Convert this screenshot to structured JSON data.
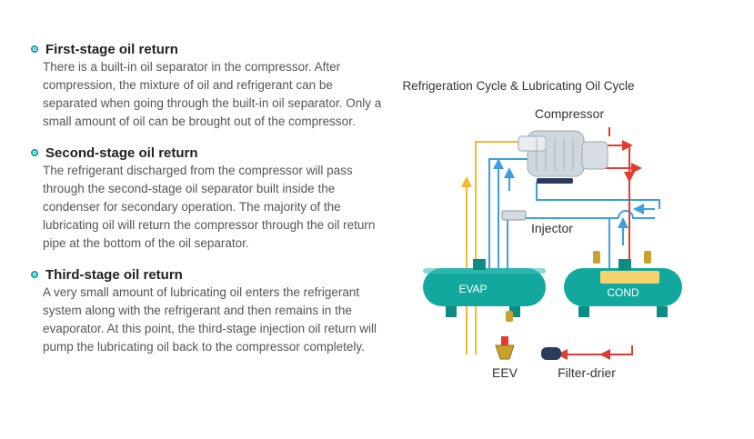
{
  "sections": [
    {
      "title": "First-stage oil return",
      "body": "There is a built-in oil separator in the compressor. After compression, the mixture of oil and refrigerant can be separated when going through the built-in oil separator. Only a small amount of oil can be brought out of the compressor."
    },
    {
      "title": "Second-stage oil return",
      "body": "The refrigerant discharged from the compressor will pass through the second-stage oil separator built inside the condenser for secondary operation. The majority of the lubricating oil will return the compressor through the oil return pipe at the bottom of the oil separator."
    },
    {
      "title": "Third-stage oil return",
      "body": "A very small amount of lubricating oil enters the refrigerant system along with the refrigerant and then remains in the evaporator. At this point, the third-stage injection oil return will pump the lubricating oil back to the compressor completely."
    }
  ],
  "diagram": {
    "title": "Refrigeration Cycle & Lubricating Oil Cycle",
    "labels": {
      "compressor": "Compressor",
      "injector": "Injector",
      "evap": "EVAP",
      "cond": "COND",
      "eev": "EEV",
      "filter_drier": "Filter-drier"
    },
    "colors": {
      "teal": "#13a89e",
      "red": "#e03c31",
      "blue": "#3aa0e0",
      "yellow": "#f5b82e"
    }
  }
}
